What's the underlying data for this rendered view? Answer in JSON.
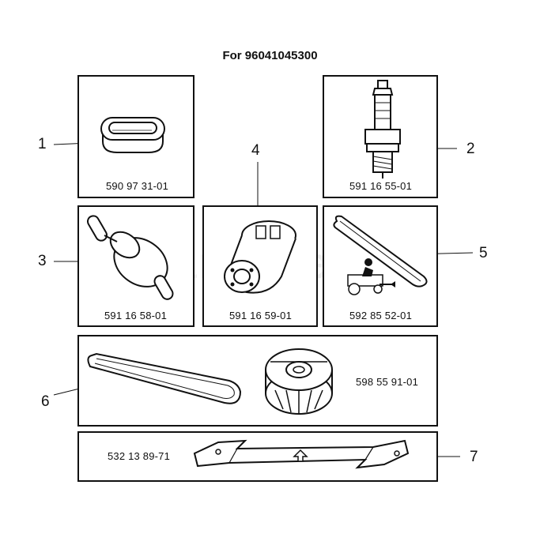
{
  "title": "For 96041045300",
  "watermark": "PartsTree",
  "parts": [
    {
      "callout": "1",
      "part_number": "590 97 31-01",
      "icon": "air-filter-icon"
    },
    {
      "callout": "2",
      "part_number": "591 16 55-01",
      "icon": "spark-plug-icon"
    },
    {
      "callout": "3",
      "part_number": "591 16 58-01",
      "icon": "fuel-filter-icon"
    },
    {
      "callout": "4",
      "part_number": "591 16 59-01",
      "icon": "oil-filter-icon"
    },
    {
      "callout": "5",
      "part_number": "592 85 52-01",
      "icon": "drive-belt-icon"
    },
    {
      "callout": "6",
      "part_number": "598 55 91-01",
      "icon": "deck-belt-pulley-icon"
    },
    {
      "callout": "7",
      "part_number": "532 13 89-71",
      "icon": "mower-blade-icon"
    }
  ]
}
